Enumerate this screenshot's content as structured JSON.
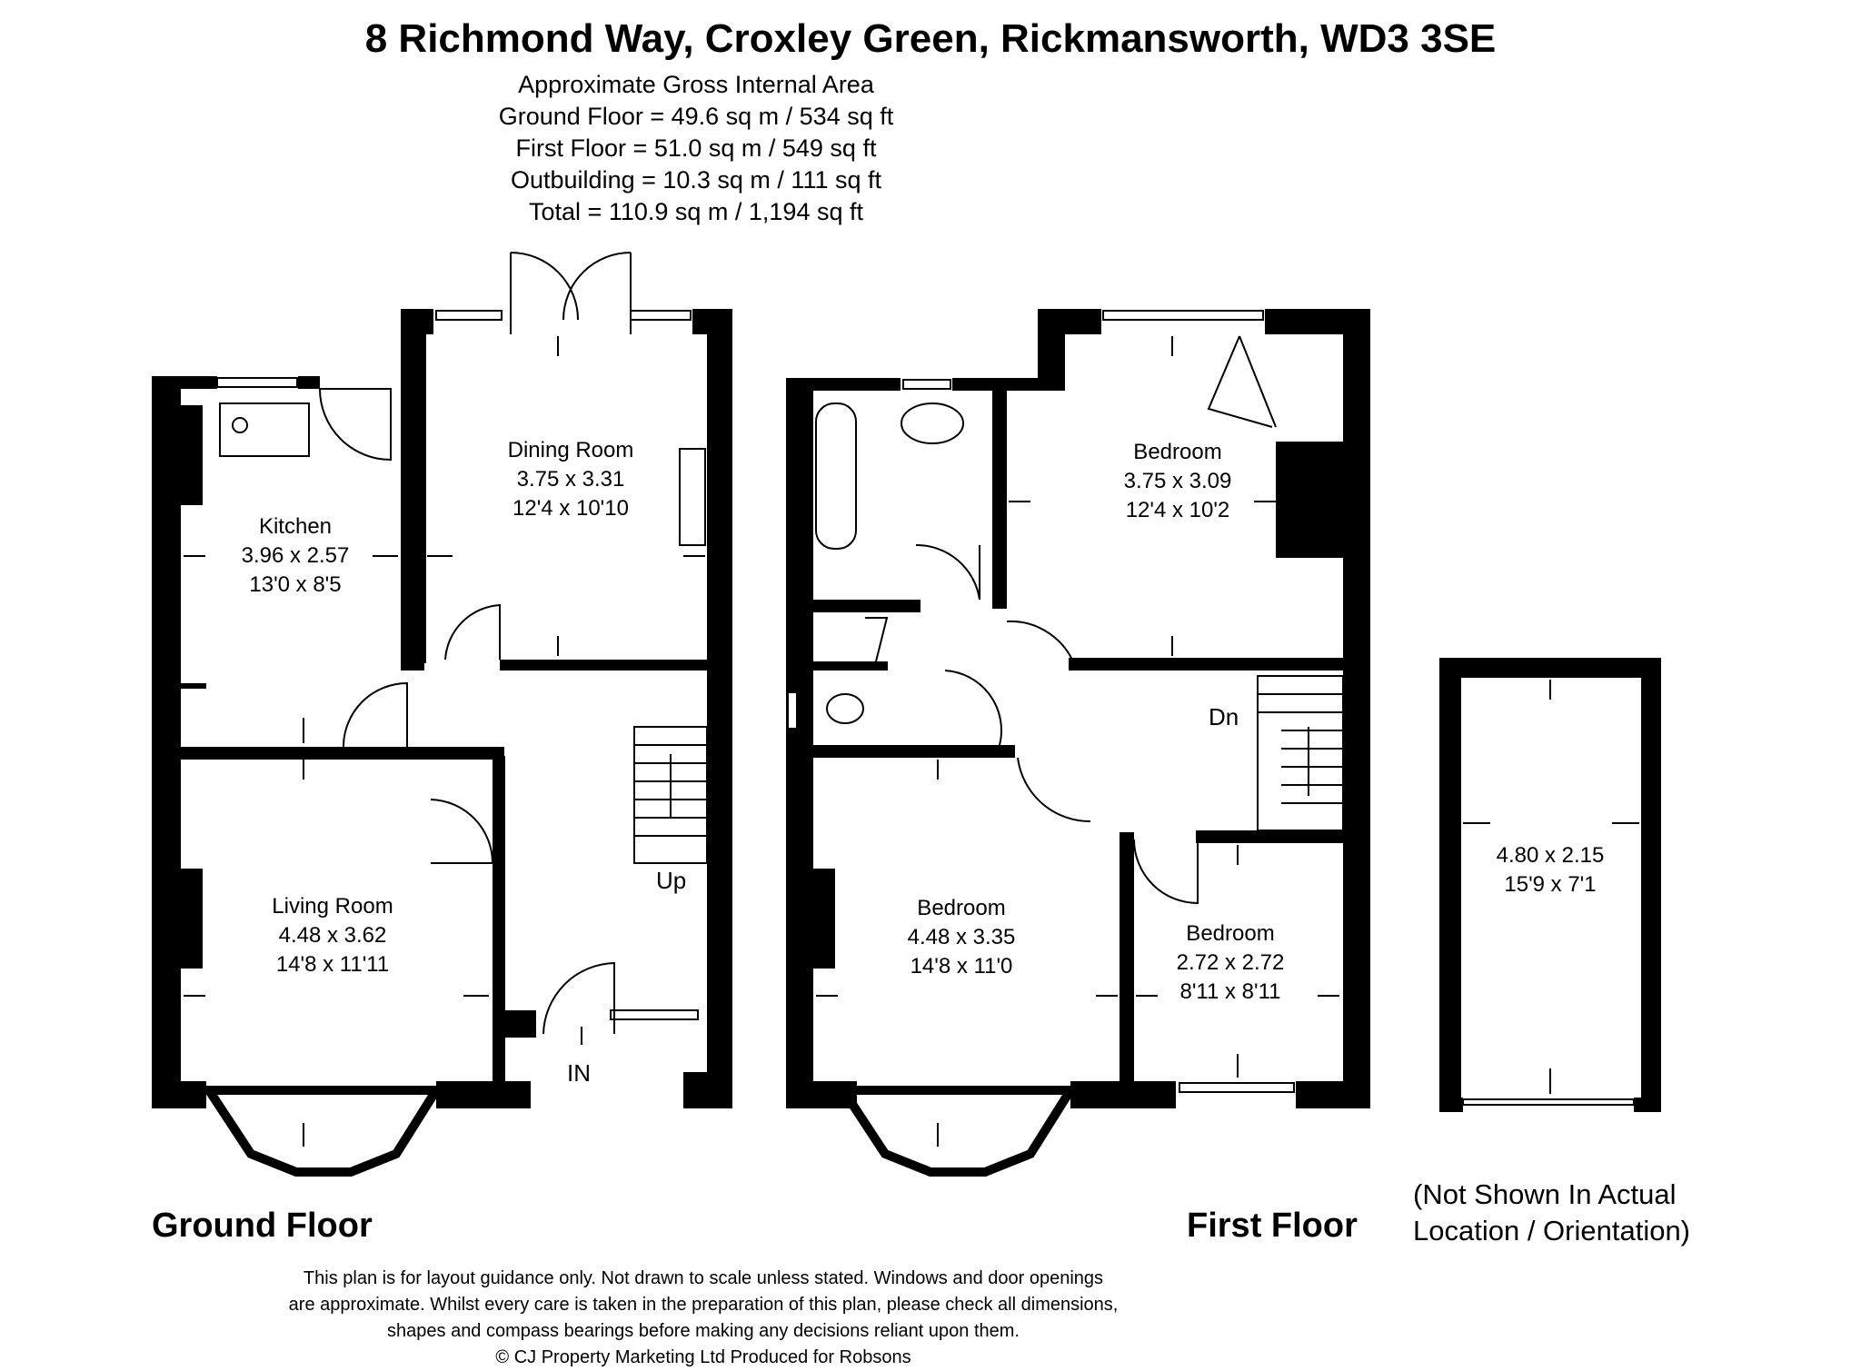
{
  "header": {
    "address": "8 Richmond Way, Croxley Green, Rickmansworth, WD3 3SE",
    "area_title": "Approximate Gross Internal Area",
    "ground_floor_area": "Ground Floor = 49.6 sq m / 534 sq ft",
    "first_floor_area": "First Floor = 51.0 sq m / 549 sq ft",
    "outbuilding_area": "Outbuilding = 10.3 sq m / 111 sq ft",
    "total_area": "Total = 110.9 sq m / 1,194 sq ft"
  },
  "ground_floor": {
    "label": "Ground Floor",
    "kitchen": {
      "name": "Kitchen",
      "metric": "3.96 x 2.57",
      "imperial": "13'0 x 8'5"
    },
    "dining_room": {
      "name": "Dining Room",
      "metric": "3.75 x 3.31",
      "imperial": "12'4 x 10'10"
    },
    "living_room": {
      "name": "Living Room",
      "metric": "4.48 x 3.62",
      "imperial": "14'8 x 11'11"
    },
    "stairs_label": "Up",
    "entrance_label": "IN"
  },
  "first_floor": {
    "label": "First Floor",
    "bedroom_rear": {
      "name": "Bedroom",
      "metric": "3.75 x 3.09",
      "imperial": "12'4 x 10'2"
    },
    "bedroom_front": {
      "name": "Bedroom",
      "metric": "4.48 x 3.35",
      "imperial": "14'8 x 11'0"
    },
    "bedroom_small": {
      "name": "Bedroom",
      "metric": "2.72 x 2.72",
      "imperial": "8'11 x 8'11"
    },
    "stairs_label": "Dn"
  },
  "outbuilding": {
    "metric": "4.80 x 2.15",
    "imperial": "15'9 x 7'1",
    "note_line1": "(Not Shown In Actual",
    "note_line2": "Location / Orientation)"
  },
  "disclaimer": {
    "line1": "This plan is for layout guidance only. Not drawn to scale unless stated. Windows and door openings",
    "line2": "are approximate. Whilst every care is taken in the preparation of this plan, please check all dimensions,",
    "line3": "shapes and compass bearings before making any decisions reliant upon them.",
    "line4": "© CJ Property Marketing Ltd Produced for Robsons"
  }
}
